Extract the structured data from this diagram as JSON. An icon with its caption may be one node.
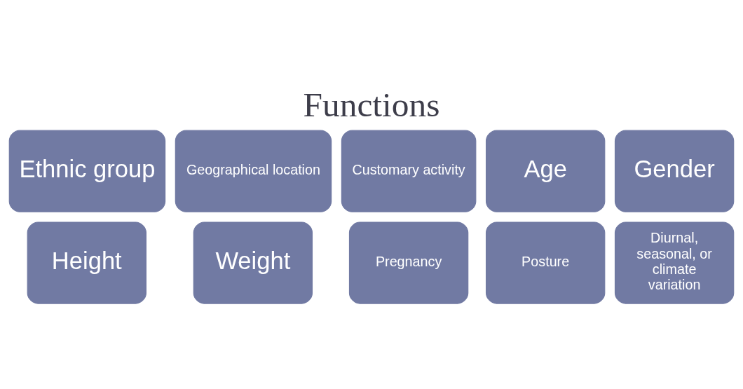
{
  "diagram": {
    "title": "Functions",
    "nodes": [
      {
        "text": [
          "Age"
        ]
      },
      {
        "text": [
          "Gender"
        ]
      },
      {
        "text": [
          "Height"
        ]
      },
      {
        "text": [
          "Weight"
        ]
      },
      {
        "text": [
          "Ethnic group"
        ]
      },
      {
        "text": [
          "Pregnancy"
        ]
      },
      {
        "text": [
          "Posture"
        ]
      },
      {
        "text": [
          "Geographical location"
        ]
      },
      {
        "text": [
          "Diurnal, seasonal, or climate variation"
        ]
      },
      {
        "text": [
          "Customary activity"
        ]
      }
    ],
    "edges": []
  }
}
